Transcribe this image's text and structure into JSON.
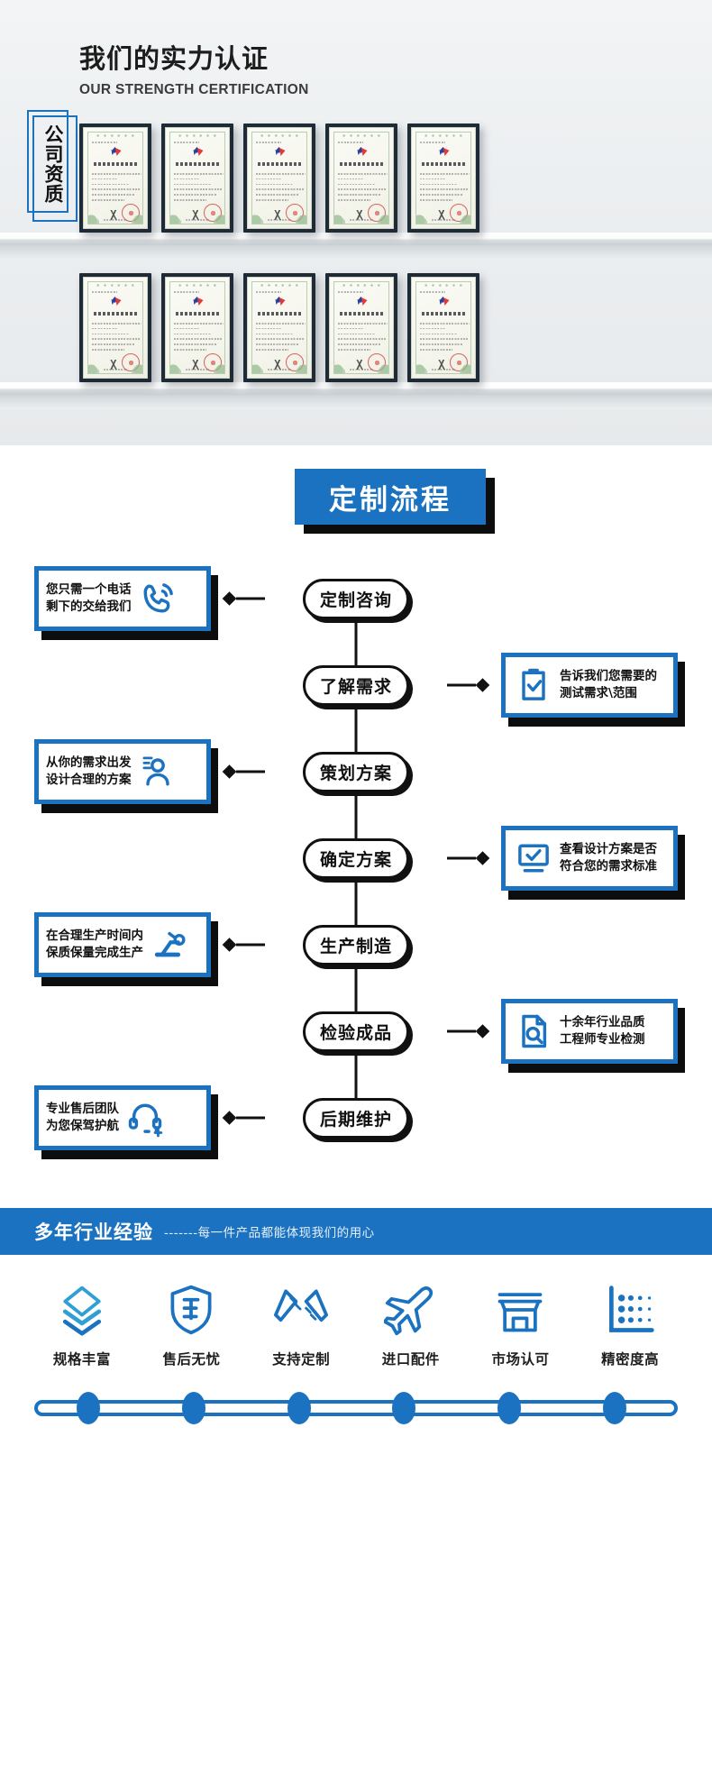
{
  "certification": {
    "title_cn": "我们的实力认证",
    "title_en": "OUR STRENGTH CERTIFICATION",
    "badge_text": "公司资质",
    "accent_color": "#1b72c0",
    "certificates_row1": [
      {
        "name": "实用新型专利证书"
      },
      {
        "name": "实用新型专利证书"
      },
      {
        "name": "实用新型专利证书"
      },
      {
        "name": "实用新型专利证书"
      },
      {
        "name": "实用新型专利证书"
      }
    ],
    "certificates_row2": [
      {
        "name": "实用新型专利证书"
      },
      {
        "name": "实用新型专利证书"
      },
      {
        "name": "实用新型专利证书"
      },
      {
        "name": "实用新型专利证书"
      },
      {
        "name": "实用新型专利证书"
      }
    ]
  },
  "process": {
    "banner_title": "定制流程",
    "banner_color": "#1b72c0",
    "steps": [
      {
        "step_label": "定制咨询",
        "side": "left",
        "card_lines": [
          "您只需一个电话",
          "剩下的交给我们"
        ],
        "icon": "phone-call-icon"
      },
      {
        "step_label": "了解需求",
        "side": "right",
        "card_lines": [
          "告诉我们您需要的",
          "测试需求\\范围"
        ],
        "icon": "clipboard-check-icon"
      },
      {
        "step_label": "策划方案",
        "side": "left",
        "card_lines": [
          "从你的需求出发",
          "设计合理的方案"
        ],
        "icon": "user-badge-icon"
      },
      {
        "step_label": "确定方案",
        "side": "right",
        "card_lines": [
          "查看设计方案是否",
          "符合您的需求标准"
        ],
        "icon": "monitor-check-icon"
      },
      {
        "step_label": "生产制造",
        "side": "left",
        "card_lines": [
          "在合理生产时间内",
          "保质保量完成生产"
        ],
        "icon": "machine-icon"
      },
      {
        "step_label": "检验成品",
        "side": "right",
        "card_lines": [
          "十余年行业品质",
          "工程师专业检测"
        ],
        "icon": "document-search-icon"
      },
      {
        "step_label": "后期维护",
        "side": "left",
        "card_lines": [
          "专业售后团队",
          "为您保驾护航"
        ],
        "icon": "headset-support-icon"
      }
    ]
  },
  "experience": {
    "title": "多年行业经验",
    "subtitle": "-------每一件产品都能体现我们的用心",
    "bar_color": "#1b72c0"
  },
  "features": {
    "items": [
      {
        "label": "规格丰富",
        "icon": "layers-icon"
      },
      {
        "label": "售后无忧",
        "icon": "shield-sale-icon"
      },
      {
        "label": "支持定制",
        "icon": "pencil-ruler-icon"
      },
      {
        "label": "进口配件",
        "icon": "airplane-icon"
      },
      {
        "label": "市场认可",
        "icon": "storefront-icon"
      },
      {
        "label": "精密度高",
        "icon": "precision-dots-icon"
      }
    ],
    "track_color": "#1b72c0",
    "dot_count": 6
  }
}
